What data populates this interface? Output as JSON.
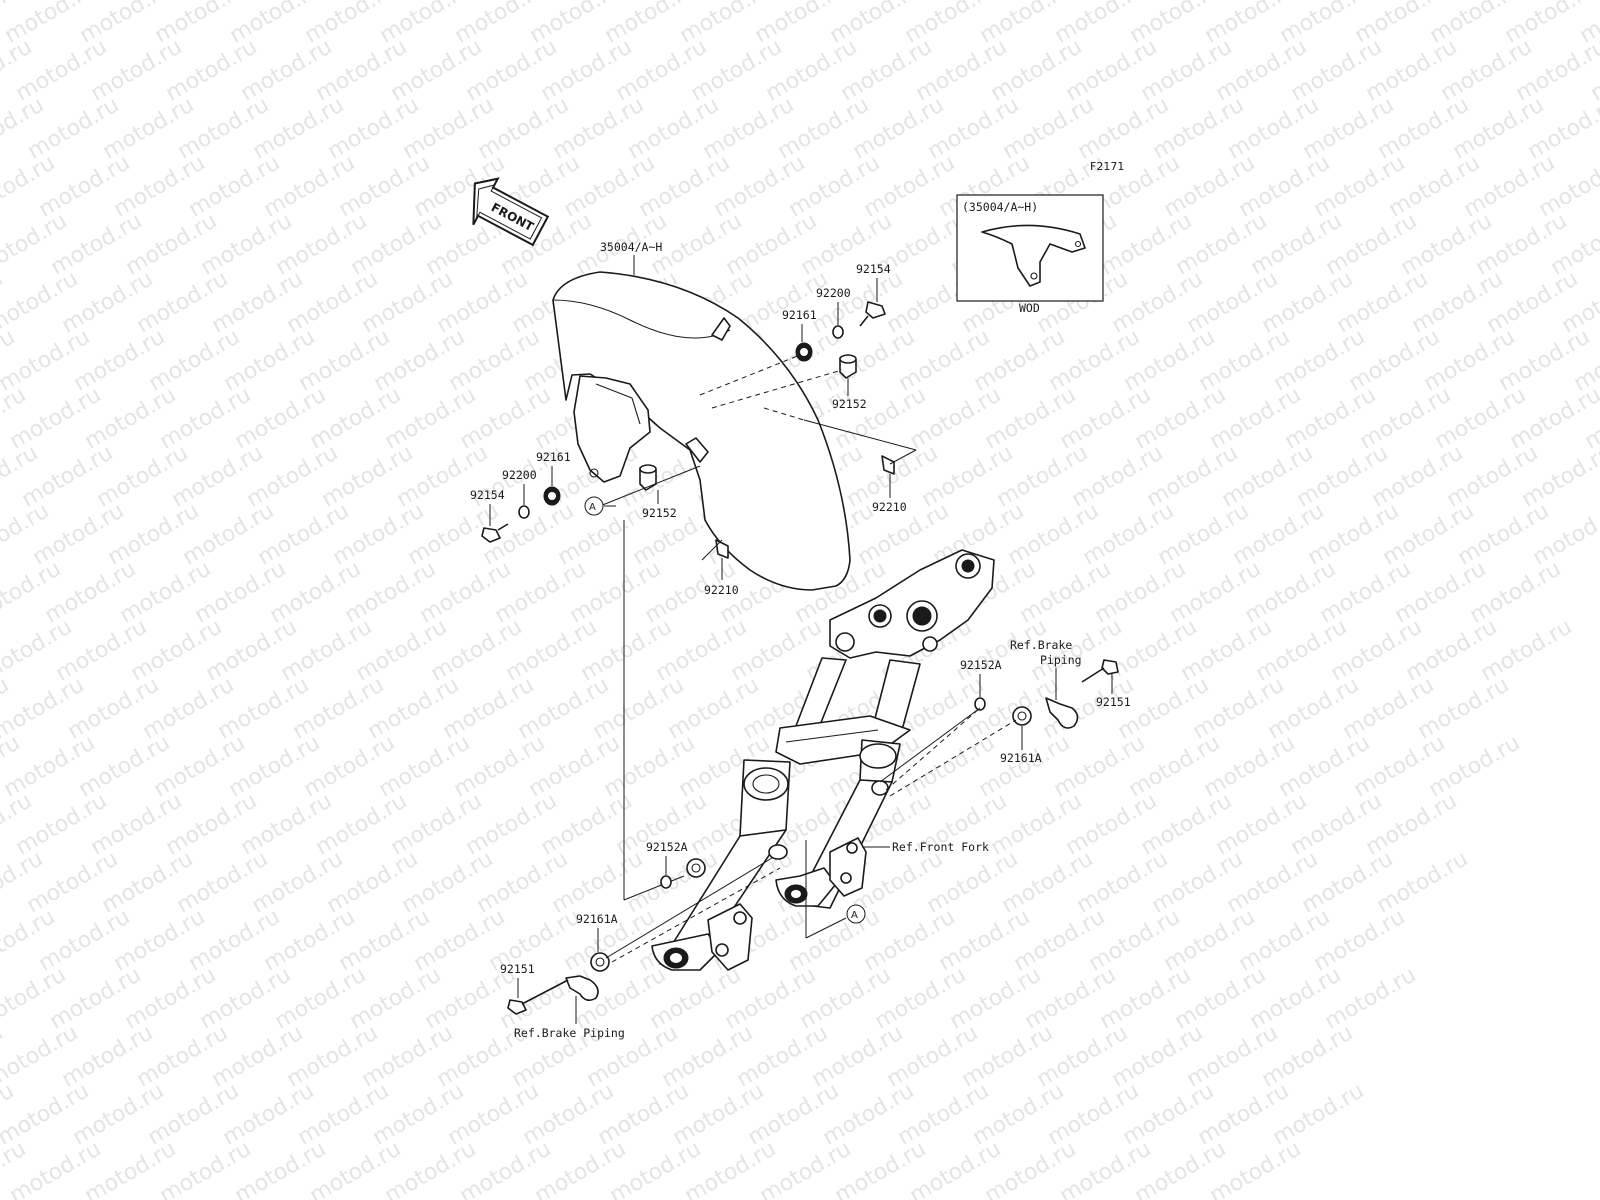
{
  "watermark": {
    "text": "motod.ru"
  },
  "figure_code": "F2171",
  "front_arrow": {
    "text": "FRONT"
  },
  "inset": {
    "title": "(35004/A~H)",
    "caption": "WOD"
  },
  "ref_marker": "A",
  "parts": {
    "fender": "35004/A~H",
    "bolt_r": "92154",
    "washer_r": "92200",
    "grommet_r": "92161",
    "collar_r": "92152",
    "nut_r": "92210",
    "grommet_l": "92161",
    "washer_l": "92200",
    "bolt_l": "92154",
    "collar_l": "92152",
    "nut_l": "92210",
    "collar_fr": "92152A",
    "grommet_fr": "92161A",
    "bolt_fr": "92151",
    "collar_fl": "92152A",
    "grommet_fl": "92161A",
    "bolt_fl": "92151"
  },
  "notes": {
    "brake_piping_right_1": "Ref.Brake",
    "brake_piping_right_2": "Piping",
    "front_fork": "Ref.Front Fork",
    "brake_piping_left": "Ref.Brake Piping"
  },
  "colors": {
    "ink": "#1a1a1a",
    "watermark": "#e4e4e4",
    "background": "#ffffff"
  }
}
